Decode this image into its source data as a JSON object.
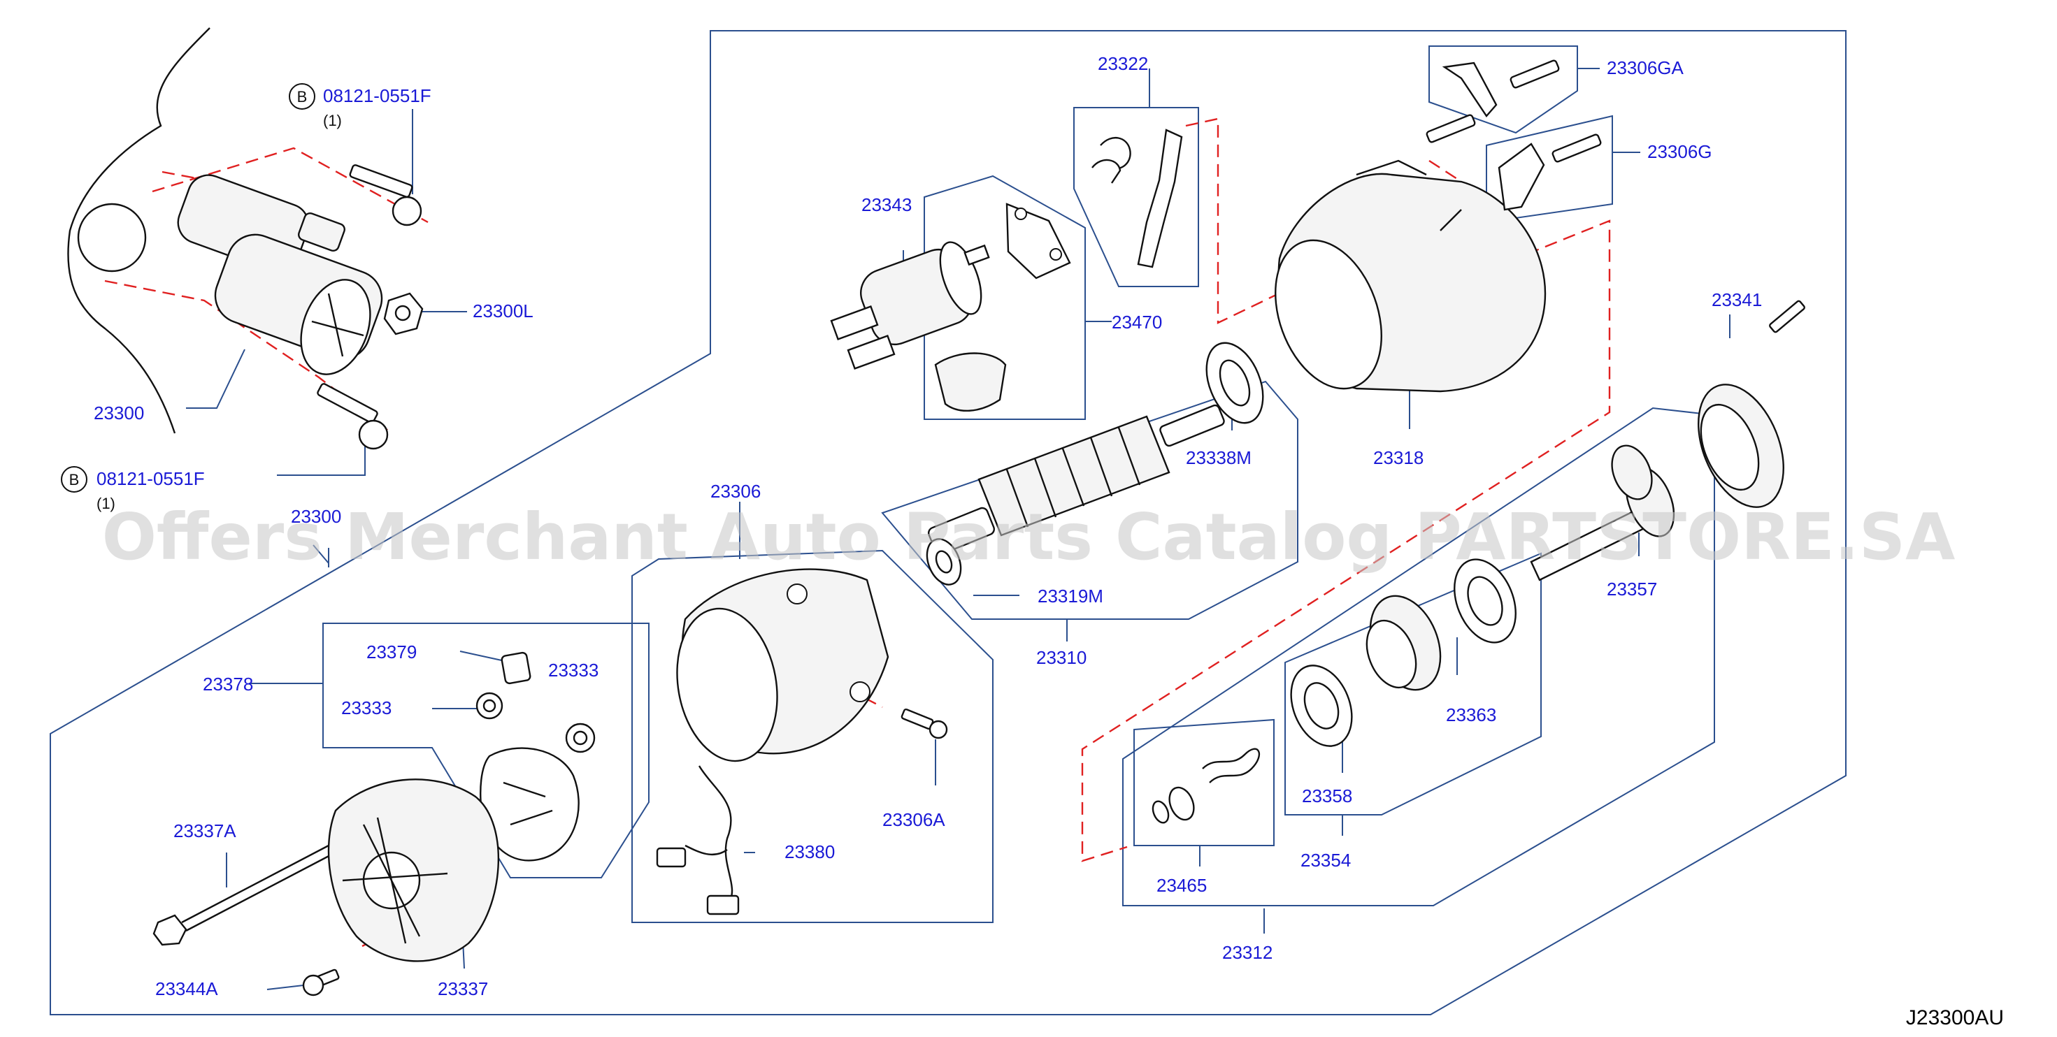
{
  "watermark": "Offers Merchant Auto Parts Catalog PARTSTORE.SA",
  "diagram_code": "J23300AU",
  "bolt_marker": "B",
  "callouts": {
    "bolt_top_part": "08121-0551F",
    "bolt_top_qty": "(1)",
    "bolt_bottom_part": "08121-0551F",
    "bolt_bottom_qty": "(1)",
    "p23300L": "23300L",
    "p23300": "23300",
    "p23300_kit": "23300",
    "p23378": "23378",
    "p23379": "23379",
    "p23333_left": "23333",
    "p23333_right": "23333",
    "p23337A": "23337A",
    "p23344A": "23344A",
    "p23337": "23337",
    "p23306": "23306",
    "p23380": "23380",
    "p23306A": "23306A",
    "p23343": "23343",
    "p23470": "23470",
    "p23322": "23322",
    "p23338M": "23338M",
    "p23319M": "23319M",
    "p23310": "23310",
    "p23306GA": "23306GA",
    "p23306G": "23306G",
    "p23318": "23318",
    "p23341": "23341",
    "p23357": "23357",
    "p23363": "23363",
    "p23358": "23358",
    "p23354": "23354",
    "p23465": "23465",
    "p23312": "23312"
  },
  "colors": {
    "label": "#1a1ad6",
    "leader": "#2b4f8e",
    "dashed": "#e02020",
    "outline": "#111111"
  }
}
